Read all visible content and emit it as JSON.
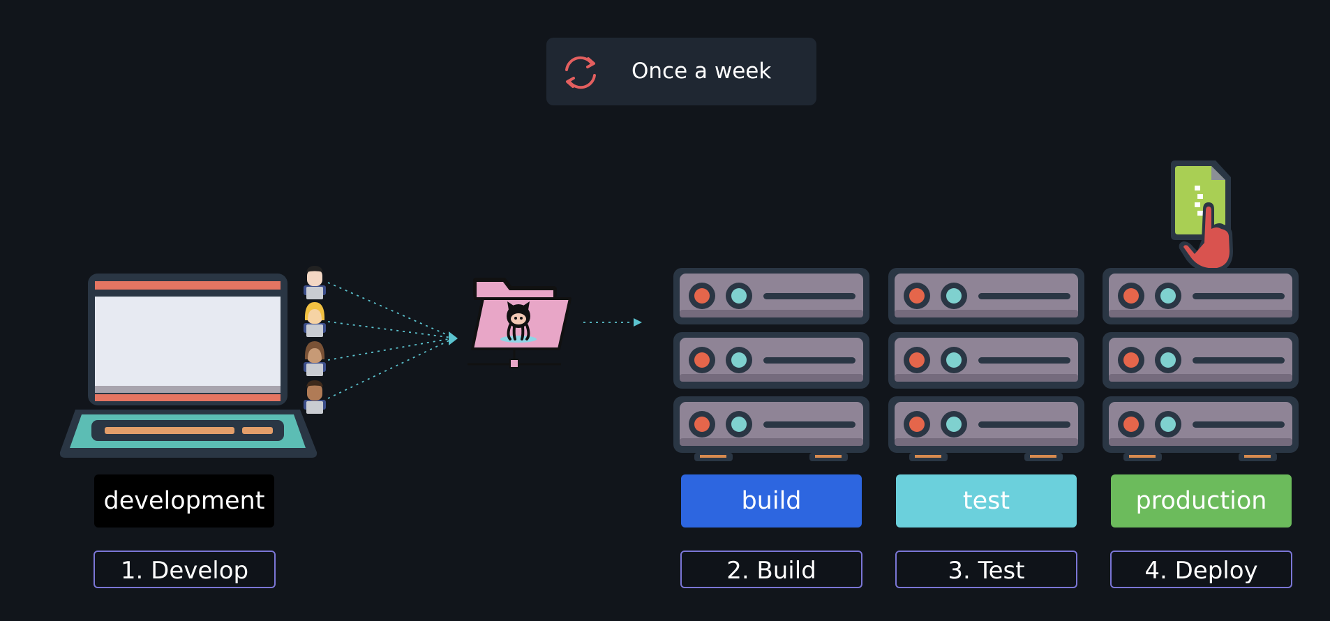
{
  "frequency": {
    "label": "Once a week",
    "icon": "cycle-icon"
  },
  "environments": {
    "development": {
      "label": "development",
      "color": "#000000"
    },
    "build": {
      "label": "build",
      "color": "#2d66e0"
    },
    "test": {
      "label": "test",
      "color": "#6bd0dc"
    },
    "production": {
      "label": "production",
      "color": "#6cbb5c"
    }
  },
  "steps": [
    "1. Develop",
    "2. Build",
    "3. Test",
    "4. Deploy"
  ],
  "icons": {
    "laptop": "laptop-icon",
    "developers": [
      "developer-1-icon",
      "developer-2-icon",
      "developer-3-icon",
      "developer-4-icon"
    ],
    "repository": "github-folder-icon",
    "server": "server-rack-icon",
    "artifact": "zip-file-icon",
    "hand": "pointing-hand-icon"
  }
}
